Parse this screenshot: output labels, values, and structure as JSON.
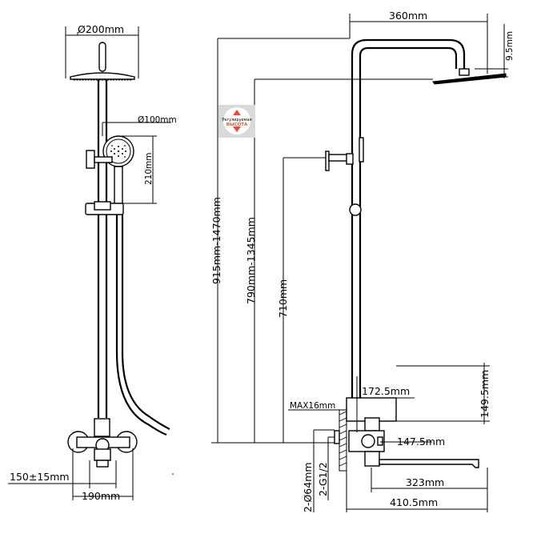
{
  "labels": {
    "head_diameter": "Ø200mm",
    "handshower_diameter": "Ø100mm",
    "handshower_offset": "210mm",
    "inlet_spacing": "150±15mm",
    "mixer_width": "190mm",
    "arm_reach": "360mm",
    "head_thickness": "9.5mm",
    "total_height": "915mm-1470mm",
    "head_height": "790mm-1345mm",
    "diverter_height": "710mm",
    "max_wall": "MAX16mm",
    "mixer_depth": "172.5mm",
    "spout_height": "149.5mm",
    "spout_depth": "147.5mm",
    "flange": "2-Ø64mm",
    "thread": "2-G1/2",
    "spout_reach": "323mm",
    "overall_depth": "410.5mm"
  },
  "badge": {
    "top_line": "Регулируемая",
    "main": "ВЫСОТА"
  },
  "colors": {
    "line": "#000000",
    "badge_bg": "#d9d9d9",
    "badge_accent": "#e05030"
  }
}
